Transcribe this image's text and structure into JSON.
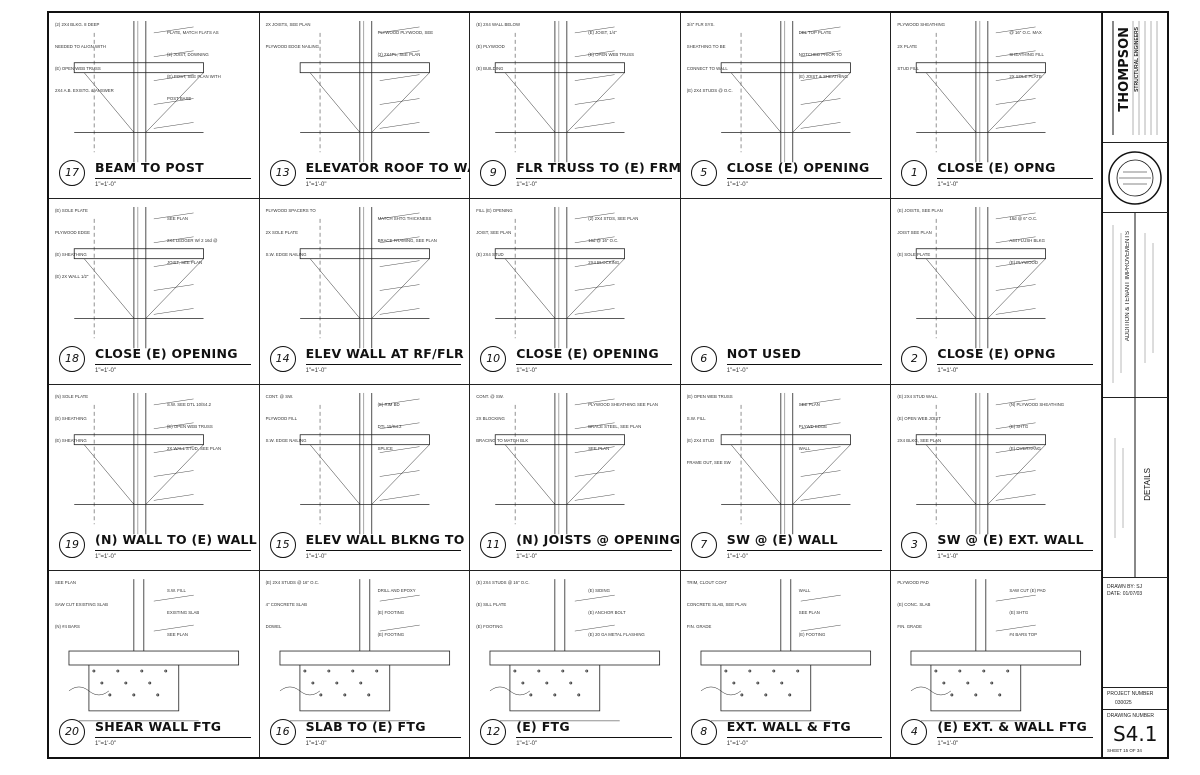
{
  "details": [
    {
      "num": "17",
      "title": "BEAM TO POST",
      "scale": "1\"=1'-0\"",
      "notes": [
        "(2) 2X4 BLKG. 8 DEEP",
        "PLATE, MATCH FLATS AS",
        "NEEDED TO ALIGN WITH",
        "(2) JOIST, DOWNING",
        "(E) OPEN WEB TRUSS",
        "(E) POST, SEE PLAN WITH",
        "2X4 A.B. EXISTG. & ANSWER",
        "POST BASE"
      ]
    },
    {
      "num": "13",
      "title": "ELEVATOR ROOF TO WALL",
      "scale": "1\"=1'-0\"",
      "notes": [
        "2X JOISTS, SEE PLAN",
        "PLYWOOD PLYWOOD, SEE",
        "PLYWOOD EDGE NAILING",
        "(2) 2X4PL, SEE PLAN"
      ]
    },
    {
      "num": "9",
      "title": "FLR TRUSS TO (E) FRMG",
      "scale": "1\"=1'-0\"",
      "notes": [
        "(E) 2X4 WALL BELOW",
        "(E) JOIST, 1/4\"",
        "(E) PLYWOOD",
        "(E) OPEN WEB TRUSS",
        "(E) BUILDING"
      ]
    },
    {
      "num": "5",
      "title": "CLOSE (E) OPENING",
      "scale": "1\"=1'-0\"",
      "notes": [
        "3/4\" FLR SYS.",
        "DBL TOP PLATE",
        "SHEATHING TO BE",
        "NOTCHED PRIOR TO",
        "CONNECT TO WALL",
        "(E) JOIST & SHEATHING",
        "(E) 2X4 STUDS @ O.C."
      ]
    },
    {
      "num": "1",
      "title": "CLOSE (E) OPNG",
      "scale": "1\"=1'-0\"",
      "notes": [
        "PLYWOOD SHEATHING",
        "@ 16\" O.C. MAX",
        "2X PLATE",
        "SHEATHING FILL",
        "STUD FILL",
        "2X SOLE PLATE"
      ]
    },
    {
      "num": "18",
      "title": "CLOSE (E) OPENING",
      "scale": "1\"=1'-0\"",
      "notes": [
        "(E) SOLE PLATE",
        "SEE PLAN",
        "PLYWOOD EDGE",
        "2X4 LEDGER W/ 2 16d @",
        "(E) SHEATHING",
        "JOIST, SEE PLAN",
        "(E) 2X WALL 1/2\""
      ]
    },
    {
      "num": "14",
      "title": "ELEV WALL AT RF/FLR SPACE",
      "scale": "1\"=1'-0\"",
      "notes": [
        "PLYWOOD SPACERS TO",
        "MATCH SHTG THICKNESS",
        "2X SOLE PLATE",
        "BRACE FRAMING, SEE PLAN",
        "S.W. EDGE NAILING"
      ]
    },
    {
      "num": "10",
      "title": "CLOSE (E) OPENING",
      "scale": "1\"=1'-0\"",
      "notes": [
        "FILL (E) OPENING",
        "(2) 2X4 STDS, SEE PLAN",
        "JOIST, SEE PLAN",
        "16d @ 16\" O.C.",
        "(E) 2X4 STUD",
        "2X4 BLOCKING"
      ]
    },
    {
      "num": "6",
      "title": "NOT USED",
      "scale": "1\"=1'-0\"",
      "notes": []
    },
    {
      "num": "2",
      "title": "CLOSE (E) OPNG",
      "scale": "1\"=1'-0\"",
      "notes": [
        "(E) JOISTS, SEE PLAN",
        "16d @ 6\" O.C.",
        "JOIST SEE PLAN",
        "A34 FLUSH BLKG",
        "(E) SOLE PLATE",
        "(E) PLYWOOD"
      ]
    },
    {
      "num": "19",
      "title": "(N) WALL TO (E) WALL",
      "scale": "1\"=1'-0\"",
      "notes": [
        "(N) SOLE PLATE",
        "S.W. SEE DTL 10/S4.2",
        "(E) SHEATHING",
        "(E) OPEN WEB TRUSS",
        "(E) SHEATHING",
        "2X WALL STUD, SEE PLAN"
      ]
    },
    {
      "num": "15",
      "title": "ELEV WALL BLKNG TO RIM BD",
      "scale": "1\"=1'-0\"",
      "notes": [
        "CONT. @ SW.",
        "(E) RIM BD",
        "PLYWOOD FILL",
        "DTL 15/S4.2",
        "S.W. EDGE NAILING",
        "SPLICE"
      ]
    },
    {
      "num": "11",
      "title": "(N) JOISTS @ OPENING",
      "scale": "1\"=1'-0\"",
      "notes": [
        "CONT. @ SW.",
        "PLYWOOD SHEATHING SEE PLAN",
        "2X BLOCKING",
        "BRACE STEEL, SEE PLAN",
        "BRACING TO MATCH BLK",
        "SEE PLAN"
      ]
    },
    {
      "num": "7",
      "title": "SW @ (E) WALL",
      "scale": "1\"=1'-0\"",
      "notes": [
        "(E) OPEN WEB TRUSS",
        "SEE PLAN",
        "S.W. FILL",
        "PLYWD EDGE",
        "(E) 2X4 STUD",
        "WALL",
        "FRAME OUT, SEE SW"
      ]
    },
    {
      "num": "3",
      "title": "SW @ (E) EXT. WALL",
      "scale": "1\"=1'-0\"",
      "notes": [
        "(E) 2X4 STUD WALL",
        "(N) PLYWOOD SHEATHING",
        "(E) OPEN WEB JOIST",
        "(E) SHTG",
        "2X4 BLKG, SEE PLAN",
        "(E) OVERHANG"
      ]
    },
    {
      "num": "20",
      "title": "SHEAR WALL FTG",
      "scale": "1\"=1'-0\"",
      "notes": [
        "SEE PLAN",
        "S.W. FILL",
        "SAW CUT EXISTING SLAB",
        "EXISTING SLAB",
        "(N) #4 BARS",
        "SEE PLAN"
      ]
    },
    {
      "num": "16",
      "title": "SLAB TO (E) FTG",
      "scale": "1\"=1'-0\"",
      "notes": [
        "(E) 2X4 STUDS @ 16\" O.C.",
        "DRILL AND EPOXY",
        "4\" CONCRETE SLAB",
        "(E) FOOTING",
        "DOWEL",
        "(E) FOOTING"
      ]
    },
    {
      "num": "12",
      "title": "(E) FTG",
      "scale": "1\"=1'-0\"",
      "notes": [
        "(E) 2X4 STUDS @ 16\" O.C.",
        "(E) SIDING",
        "(E) SILL PLATE",
        "(E) ANCHOR BOLT",
        "(E) FOOTING",
        "(E) 20 GA METAL FLASHING"
      ]
    },
    {
      "num": "8",
      "title": "EXT. WALL & FTG",
      "scale": "1\"=1'-0\"",
      "notes": [
        "TRIM, CLOUT COAT",
        "WALL",
        "CONCRETE SLAB, SEE PLAN",
        "SEE PLAN",
        "FIN. GRADE",
        "(E) FOOTING"
      ]
    },
    {
      "num": "4",
      "title": "(E) EXT. & WALL FTG",
      "scale": "1\"=1'-0\"",
      "notes": [
        "PLYWOOD PAD",
        "SAW CUT (E) PAD",
        "(E) CONC. SLAB",
        "(E) SHTG",
        "FIN. GRADE",
        "#4 BARS TOP"
      ]
    }
  ],
  "titleblock": {
    "firm": "THOMPSON",
    "firm_sub": "STRUCTURAL ENGINEERS",
    "project_vertical": "ADDITION & TENANT IMPROVEMENTS",
    "sheet_title": "DETAILS",
    "drawn_by": "DRAWN BY: SJ",
    "date": "DATE: 01/07/03",
    "project_number_label": "PROJECT NUMBER",
    "project_number": "030025",
    "drawing_number_label": "DRAWING NUMBER",
    "sheet_number": "S4.1",
    "sheet_of": "SHEET 15 OF 34"
  }
}
